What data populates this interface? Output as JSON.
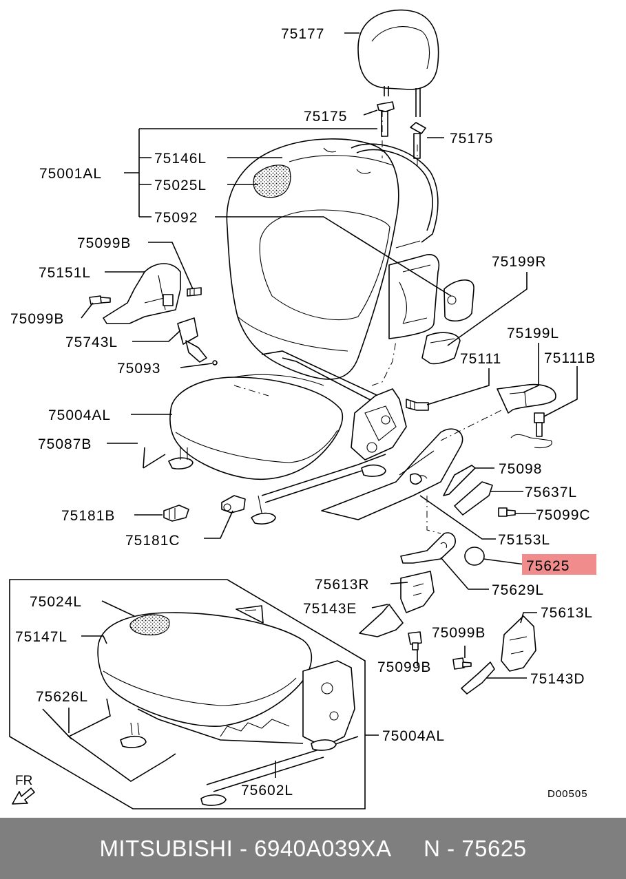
{
  "labels": {
    "l75177": "75177",
    "l75175a": "75175",
    "l75175b": "75175",
    "l75001AL": "75001AL",
    "l75146L": "75146L",
    "l75025L": "75025L",
    "l75092": "75092",
    "l75099B_a": "75099B",
    "l75151L": "75151L",
    "l75099B_b": "75099B",
    "l75743L": "75743L",
    "l75093": "75093",
    "l75199R": "75199R",
    "l75199L": "75199L",
    "l75111": "75111",
    "l75111B": "75111B",
    "l75004AL_a": "75004AL",
    "l75087B": "75087B",
    "l75098": "75098",
    "l75637L": "75637L",
    "l75099C": "75099C",
    "l75181B": "75181B",
    "l75181C": "75181C",
    "l75153L": "75153L",
    "l75625": "75625",
    "l75613R": "75613R",
    "l75629L": "75629L",
    "l75143E": "75143E",
    "l75024L": "75024L",
    "l75147L": "75147L",
    "l75613L": "75613L",
    "l75099B_c": "75099B",
    "l75099B_d": "75099B",
    "l75143D": "75143D",
    "l75626L": "75626L",
    "l75004AL_b": "75004AL",
    "l75602L": "75602L"
  },
  "diagram_code": "D00505",
  "fr_label": "FR",
  "highlight": {
    "part": "75625",
    "color": "#f08c8c"
  },
  "footer": {
    "text": "MITSUBISHI - 6940A039XA     N - 75625",
    "background": "#7f7f7f",
    "color": "#ffffff"
  }
}
